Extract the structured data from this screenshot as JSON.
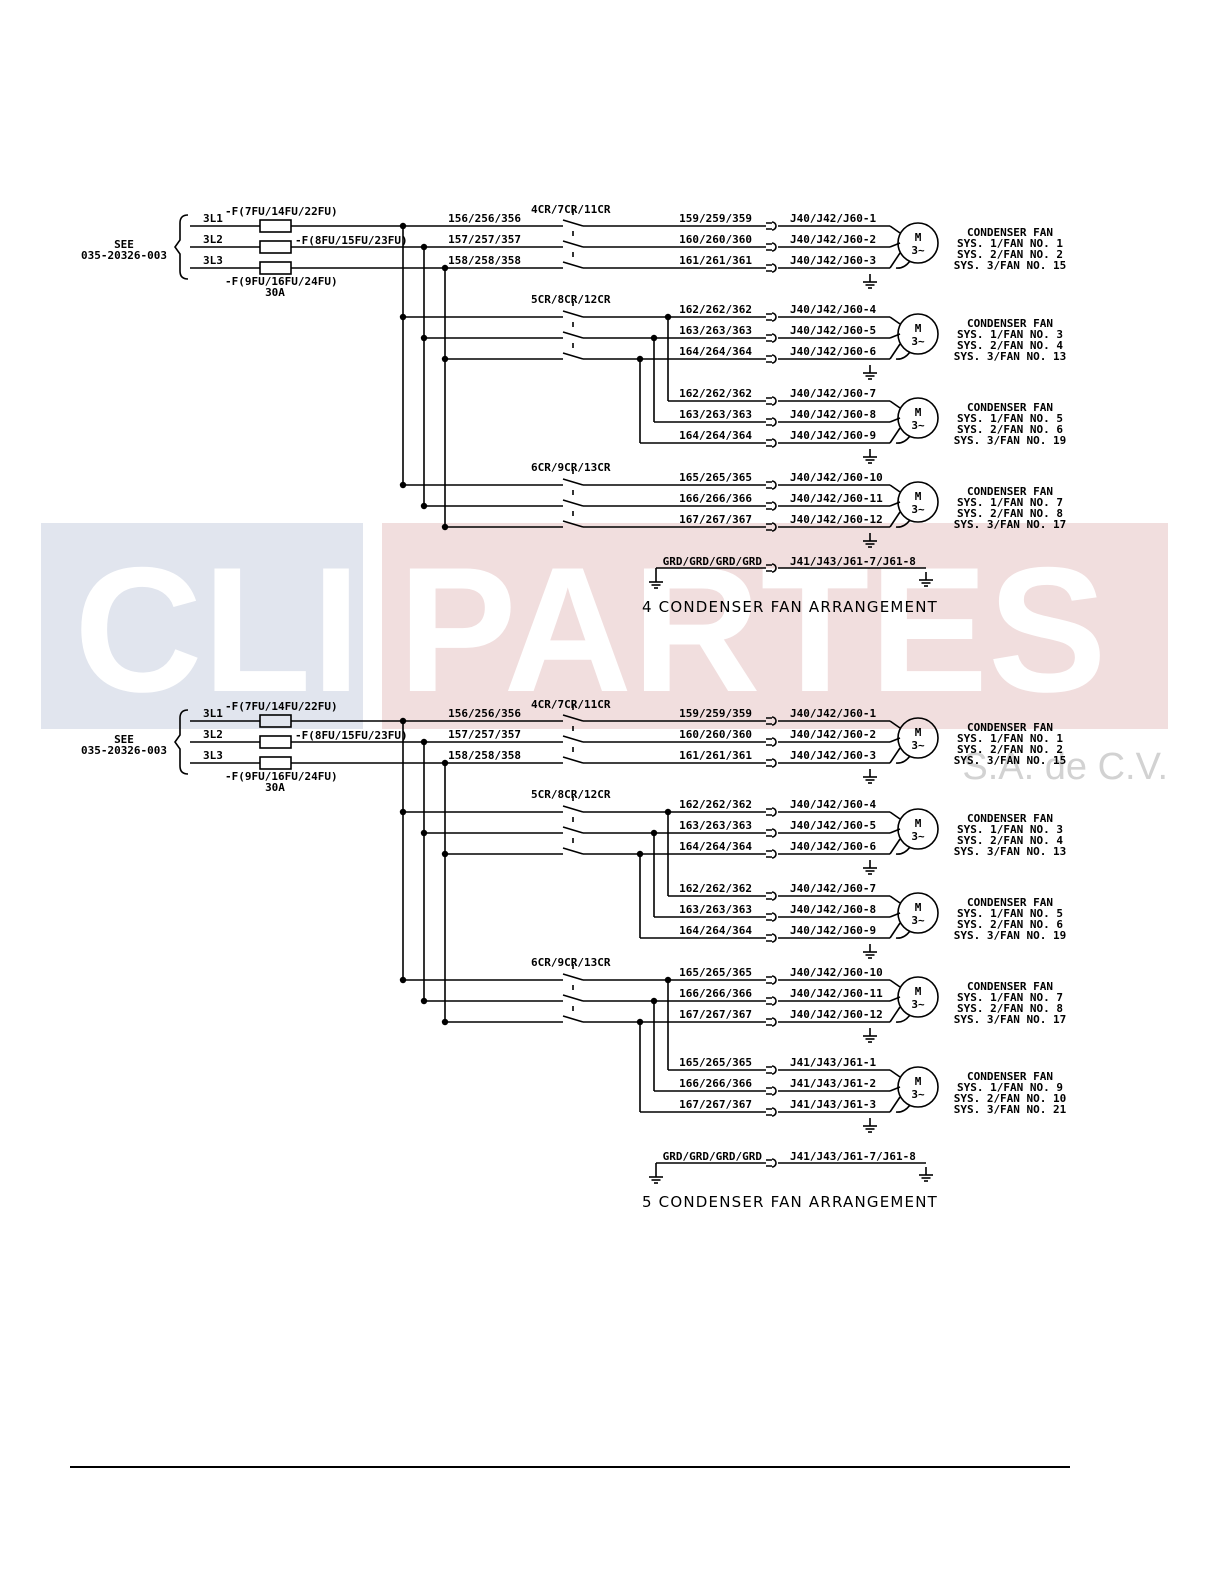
{
  "watermark": {
    "left": "CLI",
    "right": "PARTES",
    "sub": "S.A. de C.V."
  },
  "diagrams": [
    {
      "see_label": "SEE",
      "see_ref": "035-20326-003",
      "phases": [
        "3L1",
        "3L2",
        "3L3"
      ],
      "fuses": [
        "-F(7FU/14FU/22FU)",
        "-F(8FU/15FU/23FU)",
        "-F(9FU/16FU/24FU)"
      ],
      "fuse_rating": "30A",
      "line_wires": [
        "156/256/356",
        "157/257/357",
        "158/258/358"
      ],
      "groups": [
        {
          "contactor": "4CR/7CR/11CR",
          "fans": [
            {
              "wires": [
                "159/259/359",
                "160/260/360",
                "161/261/361"
              ],
              "pins": [
                "J40/J42/J60-1",
                "J40/J42/J60-2",
                "J40/J42/J60-3"
              ],
              "label": [
                "CONDENSER FAN",
                "SYS. 1/FAN NO. 1",
                "SYS. 2/FAN NO. 2",
                "SYS. 3/FAN NO. 15"
              ]
            }
          ]
        },
        {
          "contactor": "5CR/8CR/12CR",
          "fans": [
            {
              "wires": [
                "162/262/362",
                "163/263/363",
                "164/264/364"
              ],
              "pins": [
                "J40/J42/J60-4",
                "J40/J42/J60-5",
                "J40/J42/J60-6"
              ],
              "label": [
                "CONDENSER FAN",
                "SYS. 1/FAN NO. 3",
                "SYS. 2/FAN NO. 4",
                "SYS. 3/FAN NO. 13"
              ]
            },
            {
              "wires": [
                "162/262/362",
                "163/263/363",
                "164/264/364"
              ],
              "pins": [
                "J40/J42/J60-7",
                "J40/J42/J60-8",
                "J40/J42/J60-9"
              ],
              "label": [
                "CONDENSER FAN",
                "SYS. 1/FAN NO. 5",
                "SYS. 2/FAN NO. 6",
                "SYS. 3/FAN NO. 19"
              ]
            }
          ]
        },
        {
          "contactor": "6CR/9CR/13CR",
          "fans": [
            {
              "wires": [
                "165/265/365",
                "166/266/366",
                "167/267/367"
              ],
              "pins": [
                "J40/J42/J60-10",
                "J40/J42/J60-11",
                "J40/J42/J60-12"
              ],
              "label": [
                "CONDENSER FAN",
                "SYS. 1/FAN NO. 7",
                "SYS. 2/FAN NO. 8",
                "SYS. 3/FAN NO. 17"
              ]
            }
          ]
        }
      ],
      "ground": {
        "wire": "GRD/GRD/GRD/GRD",
        "pin": "J41/J43/J61-7/J61-8"
      },
      "motor": {
        "top": "M",
        "bottom": "3~"
      },
      "title": "4 CONDENSER FAN ARRANGEMENT"
    },
    {
      "see_label": "SEE",
      "see_ref": "035-20326-003",
      "phases": [
        "3L1",
        "3L2",
        "3L3"
      ],
      "fuses": [
        "-F(7FU/14FU/22FU)",
        "-F(8FU/15FU/23FU)",
        "-F(9FU/16FU/24FU)"
      ],
      "fuse_rating": "30A",
      "line_wires": [
        "156/256/356",
        "157/257/357",
        "158/258/358"
      ],
      "groups": [
        {
          "contactor": "4CR/7CR/11CR",
          "fans": [
            {
              "wires": [
                "159/259/359",
                "160/260/360",
                "161/261/361"
              ],
              "pins": [
                "J40/J42/J60-1",
                "J40/J42/J60-2",
                "J40/J42/J60-3"
              ],
              "label": [
                "CONDENSER FAN",
                "SYS. 1/FAN NO. 1",
                "SYS. 2/FAN NO. 2",
                "SYS. 3/FAN NO. 15"
              ]
            }
          ]
        },
        {
          "contactor": "5CR/8CR/12CR",
          "fans": [
            {
              "wires": [
                "162/262/362",
                "163/263/363",
                "164/264/364"
              ],
              "pins": [
                "J40/J42/J60-4",
                "J40/J42/J60-5",
                "J40/J42/J60-6"
              ],
              "label": [
                "CONDENSER FAN",
                "SYS. 1/FAN NO. 3",
                "SYS. 2/FAN NO. 4",
                "SYS. 3/FAN NO. 13"
              ]
            },
            {
              "wires": [
                "162/262/362",
                "163/263/363",
                "164/264/364"
              ],
              "pins": [
                "J40/J42/J60-7",
                "J40/J42/J60-8",
                "J40/J42/J60-9"
              ],
              "label": [
                "CONDENSER FAN",
                "SYS. 1/FAN NO. 5",
                "SYS. 2/FAN NO. 6",
                "SYS. 3/FAN NO. 19"
              ]
            }
          ]
        },
        {
          "contactor": "6CR/9CR/13CR",
          "fans": [
            {
              "wires": [
                "165/265/365",
                "166/266/366",
                "167/267/367"
              ],
              "pins": [
                "J40/J42/J60-10",
                "J40/J42/J60-11",
                "J40/J42/J60-12"
              ],
              "label": [
                "CONDENSER FAN",
                "SYS. 1/FAN NO. 7",
                "SYS. 2/FAN NO. 8",
                "SYS. 3/FAN NO. 17"
              ]
            },
            {
              "wires": [
                "165/265/365",
                "166/266/366",
                "167/267/367"
              ],
              "pins": [
                "J41/J43/J61-1",
                "J41/J43/J61-2",
                "J41/J43/J61-3"
              ],
              "label": [
                "CONDENSER FAN",
                "SYS. 1/FAN NO. 9",
                "SYS. 2/FAN NO. 10",
                "SYS. 3/FAN NO. 21"
              ]
            }
          ]
        }
      ],
      "ground": {
        "wire": "GRD/GRD/GRD/GRD",
        "pin": "J41/J43/J61-7/J61-8"
      },
      "motor": {
        "top": "M",
        "bottom": "3~"
      },
      "title": "5 CONDENSER FAN ARRANGEMENT"
    }
  ]
}
